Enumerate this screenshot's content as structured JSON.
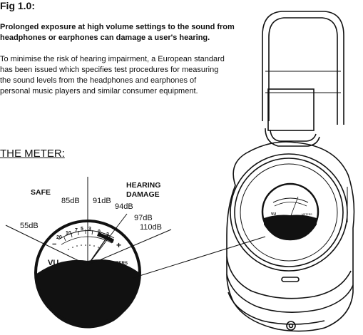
{
  "figure": {
    "title": "Fig 1.0:"
  },
  "intro": {
    "lines": [
      "Prolonged exposure at high volume settings to the sound from",
      "headphones or earphones can damage a user's hearing."
    ]
  },
  "body": {
    "lines": [
      "To minimise the risk of hearing impairment, a European standard",
      "has been issued which specifies test procedures for measuring",
      "the sound levels from the headphones and earphones of",
      "personal music players and similar consumer equipment."
    ]
  },
  "meter": {
    "heading": "THE METER:",
    "zone_safe": "SAFE",
    "zone_damage_line1": "HEARING",
    "zone_damage_line2": "DAMAGE",
    "levels": [
      "55dB",
      "85dB",
      "91dB",
      "94dB",
      "97dB",
      "110dB"
    ],
    "dial_scale": [
      "20",
      "10",
      "7",
      "5",
      "3",
      "0",
      "3"
    ],
    "minus_sign": "−",
    "plus_sign": "+",
    "face_left": "VU",
    "face_right": "METERS"
  },
  "colors": {
    "ink": "#111111",
    "background": "#ffffff"
  }
}
